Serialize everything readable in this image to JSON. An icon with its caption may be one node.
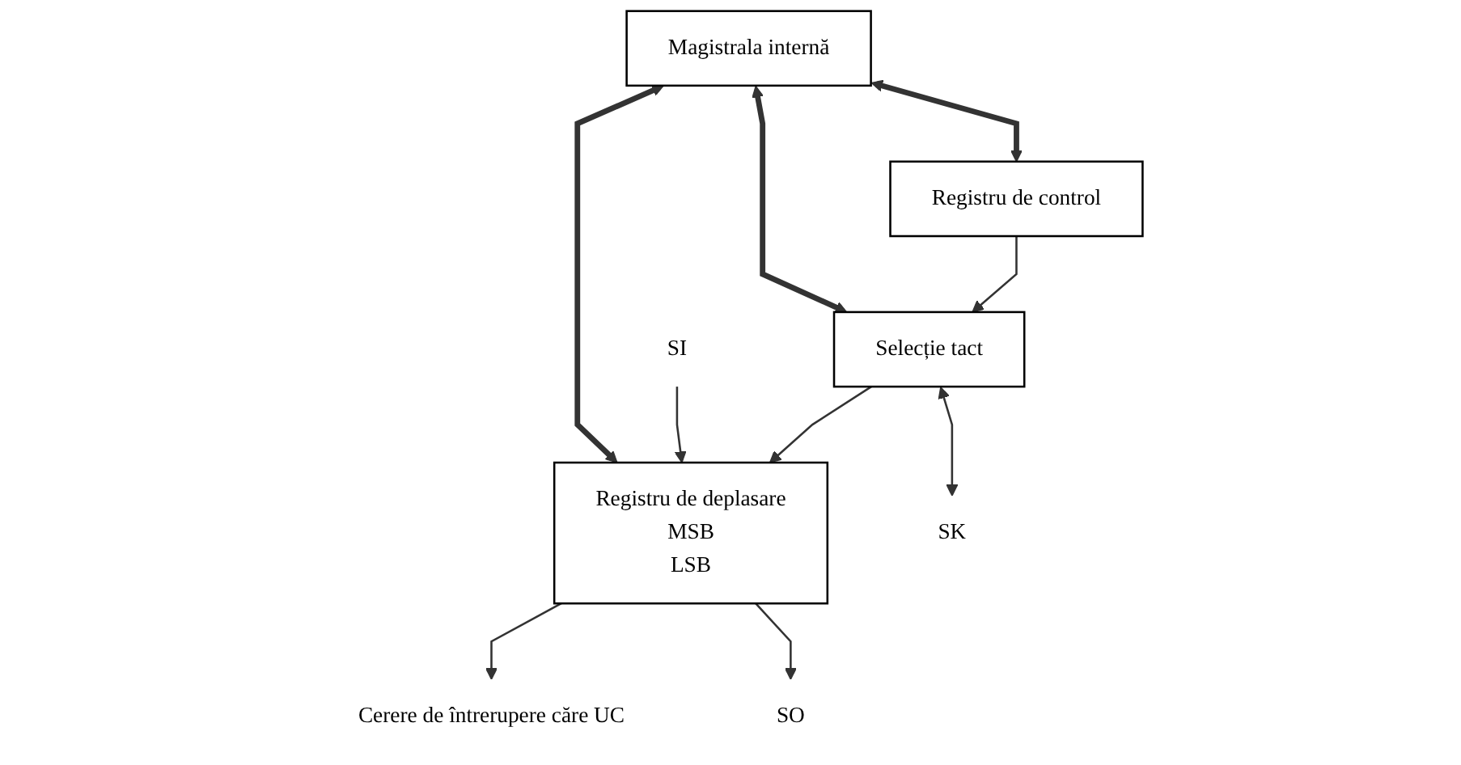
{
  "diagram": {
    "nodes": [
      {
        "text": [
          "Magistrala internă"
        ]
      },
      {
        "text": [
          "Registru de deplasare",
          "MSB",
          "LSB"
        ]
      },
      {
        "text": [
          "Selecție tact"
        ]
      },
      {
        "text": [
          "Registru de control"
        ]
      },
      {
        "text": [
          "Cerere de întrerupere căre UC"
        ]
      },
      {
        "text": [
          "SO"
        ]
      },
      {
        "text": [
          "SI"
        ]
      },
      {
        "text": [
          "SK"
        ]
      }
    ],
    "edges": [
      {
        "from": 0,
        "to": 1,
        "arrow": "both",
        "style": "thick"
      },
      {
        "from": 0,
        "to": 2,
        "arrow": "both",
        "style": "thick"
      },
      {
        "from": 0,
        "to": 3,
        "arrow": "both",
        "style": "thick"
      },
      {
        "from": 3,
        "to": 2,
        "arrow": "to"
      },
      {
        "from": 2,
        "to": 1,
        "arrow": "to"
      },
      {
        "from": 1,
        "to": 4,
        "arrow": "to"
      },
      {
        "from": 1,
        "to": 5,
        "arrow": "to"
      },
      {
        "from": 6,
        "to": 1,
        "arrow": "to"
      },
      {
        "from": 2,
        "to": 7,
        "arrow": "both"
      }
    ]
  }
}
